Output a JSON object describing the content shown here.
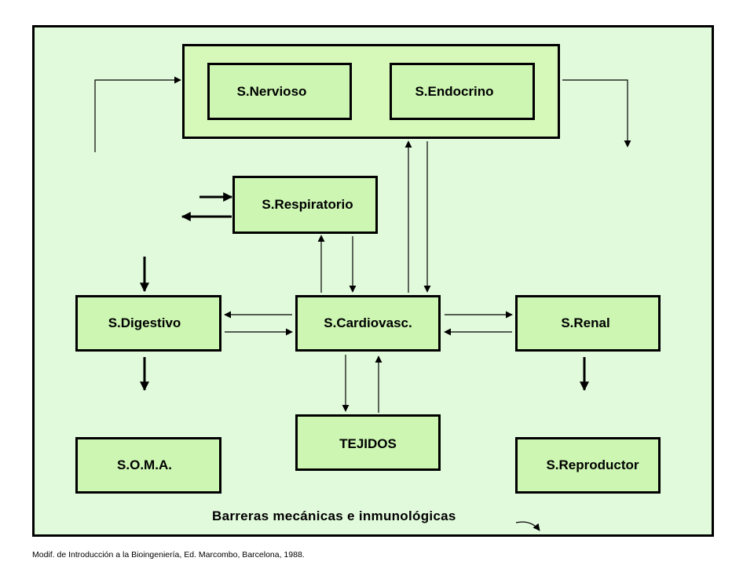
{
  "nodes": {
    "nervioso": "S.Nervioso",
    "endocrino": "S.Endocrino",
    "respiratorio": "S.Respiratorio",
    "digestivo": "S.Digestivo",
    "cardiovasc": "S.Cardiovasc.",
    "renal": "S.Renal",
    "tejidos": "TEJIDOS",
    "soma": "S.O.M.A.",
    "reproductor": "S.Reproductor"
  },
  "caption": "Barreras mecánicas e inmunológicas",
  "source": "Modif. de Introducción a la Bioingeniería, Ed. Marcombo, Barcelona, 1988.",
  "colors": {
    "background": "#e2fadc",
    "box_fill": "#ccf6b2",
    "border": "#000000"
  }
}
